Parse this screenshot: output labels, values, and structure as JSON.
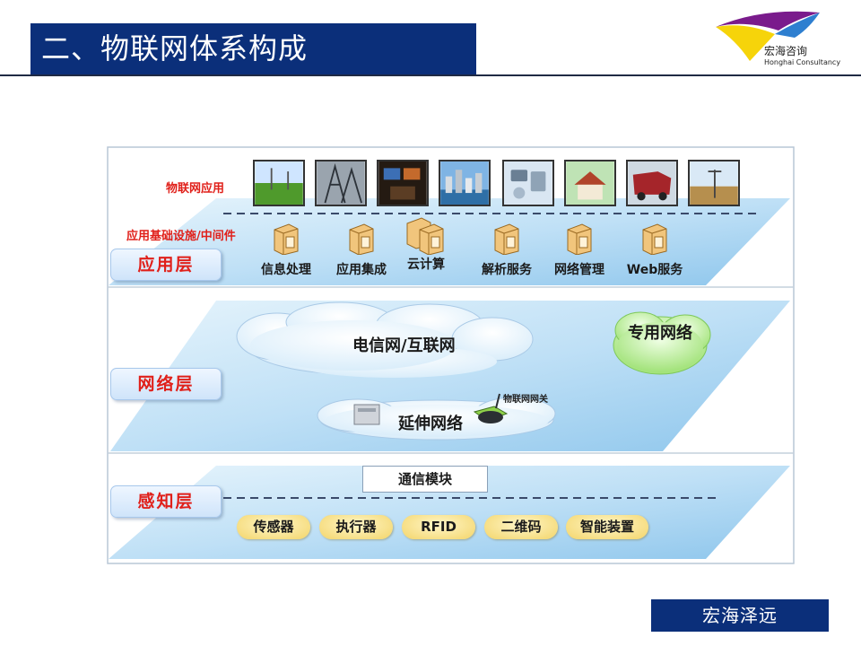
{
  "header": {
    "title": "二、物联网体系构成",
    "logo_name_cn": "宏海咨询",
    "logo_name_en": "Honghai Consultancy"
  },
  "diagram": {
    "application_layer": {
      "tab": "应用层",
      "apps_label": "物联网应用",
      "infra_label": "应用基础设施/中间件",
      "services": [
        "信息处理",
        "应用集成",
        "云计算",
        "解析服务",
        "网络管理",
        "Web服务"
      ]
    },
    "network_layer": {
      "tab": "网络层",
      "telecom_internet": "电信网/互联网",
      "private_network": "专用网络",
      "extended_network": "延伸网络",
      "iot_gateway": "物联网网关"
    },
    "perception_layer": {
      "tab": "感知层",
      "comm_module": "通信模块",
      "devices": [
        "传感器",
        "执行器",
        "RFID",
        "二维码",
        "智能装置"
      ]
    }
  },
  "colors": {
    "title_bg": "#0b2f7a",
    "label_red": "#e0201a",
    "layer_blue": "#bfe0f6",
    "private_net_green": "#b8f08c",
    "device_pill": "#f3d56a"
  },
  "footer": {
    "text": "宏海泽远"
  }
}
